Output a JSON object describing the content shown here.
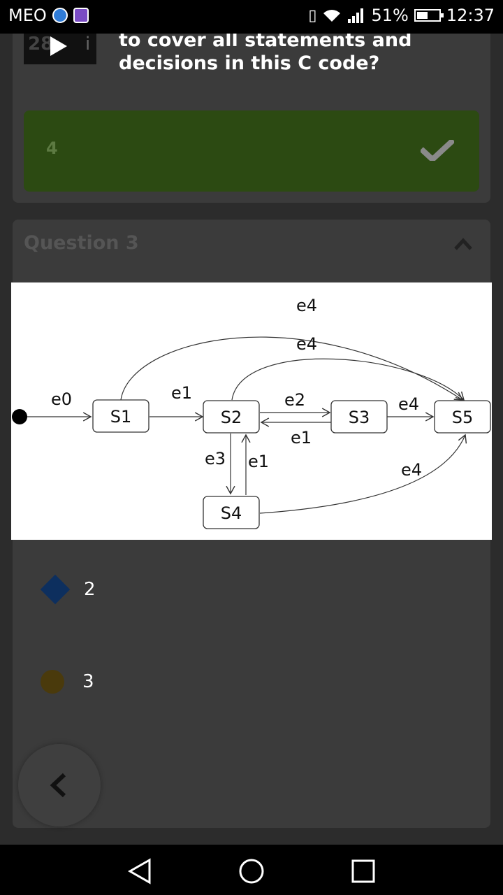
{
  "status_bar": {
    "carrier": "MEO",
    "battery_percent": "51%",
    "battery_level": 0.51,
    "time": "12:37"
  },
  "previous_question": {
    "thumbnail_number": "28",
    "thumbnail_letter": "i",
    "question_text": "How many test cases are needed to cover all statements and decisions in this C code?",
    "correct_answer": "4"
  },
  "question3": {
    "title": "Question 3",
    "diagram": {
      "states": [
        "S1",
        "S2",
        "S3",
        "S4",
        "S5"
      ],
      "edges": [
        "e0",
        "e1",
        "e1",
        "e1",
        "e2",
        "e3",
        "e4",
        "e4",
        "e4",
        "e4"
      ]
    },
    "options": [
      {
        "label": "2",
        "shape": "diamond",
        "color": "#0d2f5e"
      },
      {
        "label": "3",
        "shape": "circle",
        "color": "#4a3a0c"
      }
    ]
  },
  "colors": {
    "background": "#2c2c2c",
    "card": "#3b3b3b",
    "correct_answer_bg": "#2c4a12"
  },
  "icons": {
    "check": "check-icon",
    "collapse": "chevron-up-icon",
    "back": "chevron-left-icon",
    "nav_back": "triangle-back-icon",
    "nav_home": "circle-home-icon",
    "nav_recent": "square-recents-icon"
  }
}
